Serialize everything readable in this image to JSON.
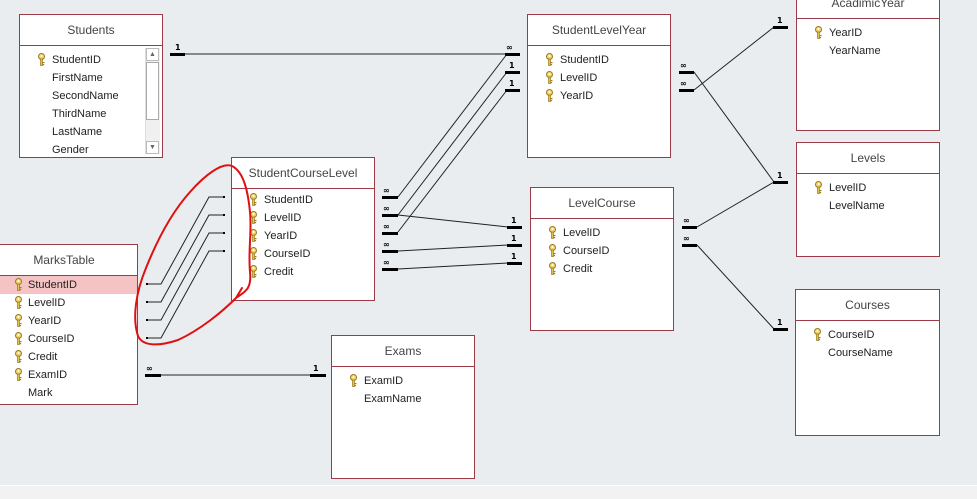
{
  "tables": {
    "students": {
      "title": "Students",
      "fields": [
        {
          "name": "StudentID",
          "key": true
        },
        {
          "name": "FirstName",
          "key": false
        },
        {
          "name": "SecondName",
          "key": false
        },
        {
          "name": "ThirdName",
          "key": false
        },
        {
          "name": "LastName",
          "key": false
        },
        {
          "name": "Gender",
          "key": false
        }
      ],
      "scroll_up_icon": "▲",
      "scroll_down_icon": "▼"
    },
    "student_level_year": {
      "title": "StudentLevelYear",
      "fields": [
        {
          "name": "StudentID",
          "key": true
        },
        {
          "name": "LevelID",
          "key": true
        },
        {
          "name": "YearID",
          "key": true
        }
      ]
    },
    "acadimic_year": {
      "title": "AcadimicYear",
      "fields": [
        {
          "name": "YearID",
          "key": true
        },
        {
          "name": "YearName",
          "key": false
        }
      ]
    },
    "levels": {
      "title": "Levels",
      "fields": [
        {
          "name": "LevelID",
          "key": true
        },
        {
          "name": "LevelName",
          "key": false
        }
      ]
    },
    "student_course_level": {
      "title": "StudentCourseLevel",
      "fields": [
        {
          "name": "StudentID",
          "key": true
        },
        {
          "name": "LevelID",
          "key": true
        },
        {
          "name": "YearID",
          "key": true
        },
        {
          "name": "CourseID",
          "key": true
        },
        {
          "name": "Credit",
          "key": true
        }
      ]
    },
    "level_course": {
      "title": "LevelCourse",
      "fields": [
        {
          "name": "LevelID",
          "key": true
        },
        {
          "name": "CourseID",
          "key": true
        },
        {
          "name": "Credit",
          "key": true
        }
      ]
    },
    "courses": {
      "title": "Courses",
      "fields": [
        {
          "name": "CourseID",
          "key": true
        },
        {
          "name": "CourseName",
          "key": false
        }
      ]
    },
    "marks_table": {
      "title": "MarksTable",
      "selected_field": "StudentID",
      "fields": [
        {
          "name": "StudentID",
          "key": true
        },
        {
          "name": "LevelID",
          "key": true
        },
        {
          "name": "YearID",
          "key": true
        },
        {
          "name": "CourseID",
          "key": true
        },
        {
          "name": "Credit",
          "key": true
        },
        {
          "name": "ExamID",
          "key": true
        },
        {
          "name": "Mark",
          "key": false
        }
      ]
    },
    "exams": {
      "title": "Exams",
      "fields": [
        {
          "name": "ExamID",
          "key": true
        },
        {
          "name": "ExamName",
          "key": false
        }
      ]
    }
  },
  "relationship_labels": {
    "one": "1",
    "many": "∞"
  },
  "colors": {
    "table_border": "#9b3b47",
    "annotation": "#e01010",
    "selected_row": "#f5c3c3",
    "canvas": "#eaedf0"
  }
}
